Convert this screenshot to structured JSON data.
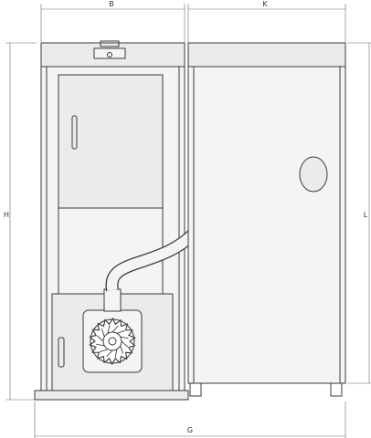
{
  "dimensions": {
    "b": "B",
    "k": "K",
    "h": "H",
    "l": "L",
    "g": "G"
  }
}
